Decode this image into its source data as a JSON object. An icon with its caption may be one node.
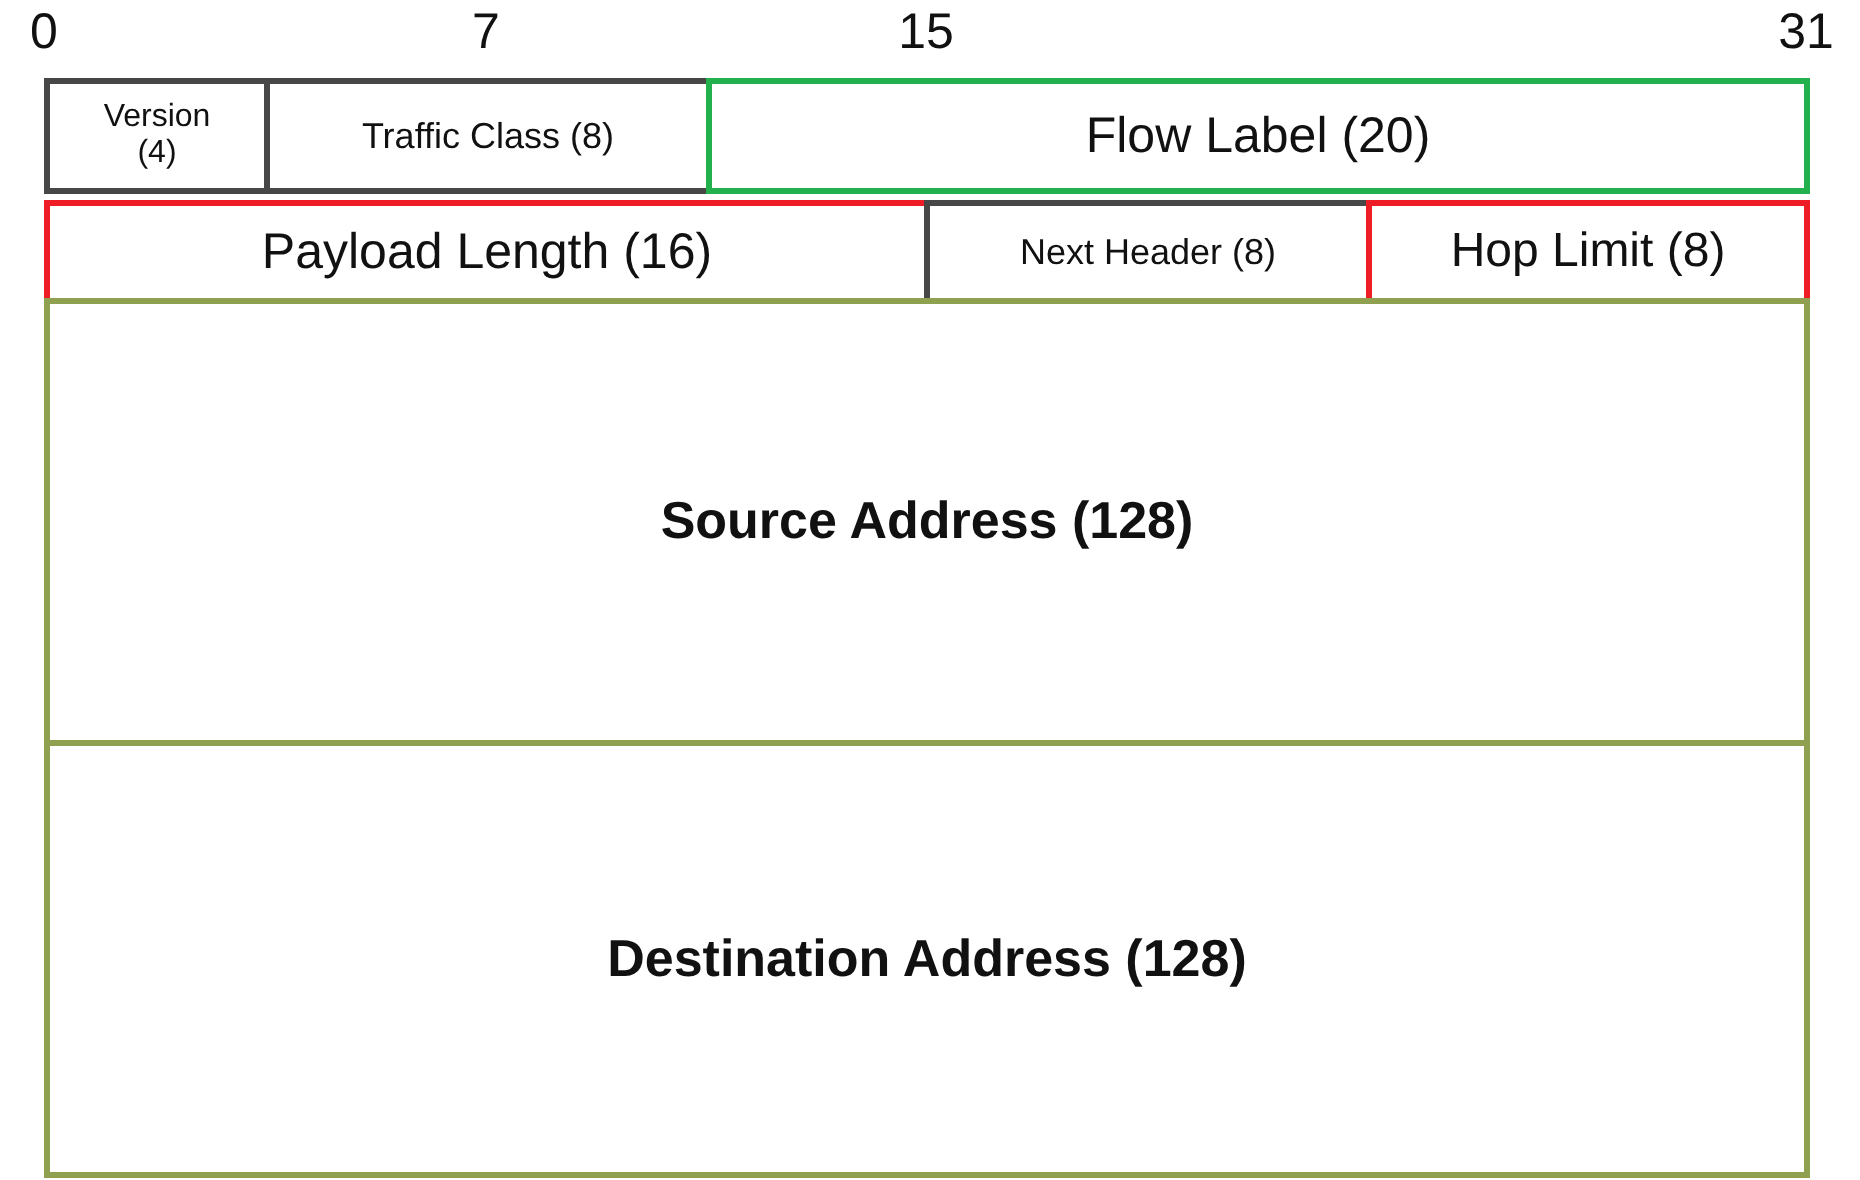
{
  "diagram": {
    "nodes": [
      {
        "text": [
          "Version (4)"
        ]
      },
      {
        "text": [
          "Traffic Class (8)"
        ]
      },
      {
        "text": [
          "Flow Label (20)"
        ]
      },
      {
        "text": [
          "Payload Length (16)"
        ]
      },
      {
        "text": [
          "Next Header (8)"
        ]
      },
      {
        "text": [
          "Hop Limit (8)"
        ]
      },
      {
        "text": [
          "Source Address (128)"
        ]
      },
      {
        "text": [
          "Destination Address (128)"
        ]
      }
    ],
    "labels": [
      "0",
      "7",
      "15",
      "31"
    ]
  }
}
